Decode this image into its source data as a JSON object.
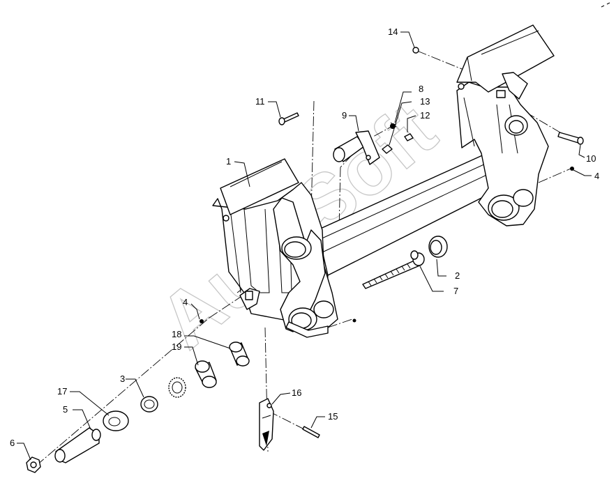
{
  "watermark": "AutoSoft",
  "callouts": [
    {
      "id": "c1",
      "label": "1"
    },
    {
      "id": "c2",
      "label": "2"
    },
    {
      "id": "c3",
      "label": "3"
    },
    {
      "id": "c4a",
      "label": "4"
    },
    {
      "id": "c4b",
      "label": "4"
    },
    {
      "id": "c5",
      "label": "5"
    },
    {
      "id": "c6",
      "label": "6"
    },
    {
      "id": "c7",
      "label": "7"
    },
    {
      "id": "c8",
      "label": "8"
    },
    {
      "id": "c9",
      "label": "9"
    },
    {
      "id": "c10",
      "label": "10"
    },
    {
      "id": "c11",
      "label": "11"
    },
    {
      "id": "c12",
      "label": "12"
    },
    {
      "id": "c13",
      "label": "13"
    },
    {
      "id": "c14",
      "label": "14"
    },
    {
      "id": "c15",
      "label": "15"
    },
    {
      "id": "c16",
      "label": "16"
    },
    {
      "id": "c17",
      "label": "17"
    },
    {
      "id": "c18",
      "label": "18"
    },
    {
      "id": "c19",
      "label": "19"
    }
  ]
}
